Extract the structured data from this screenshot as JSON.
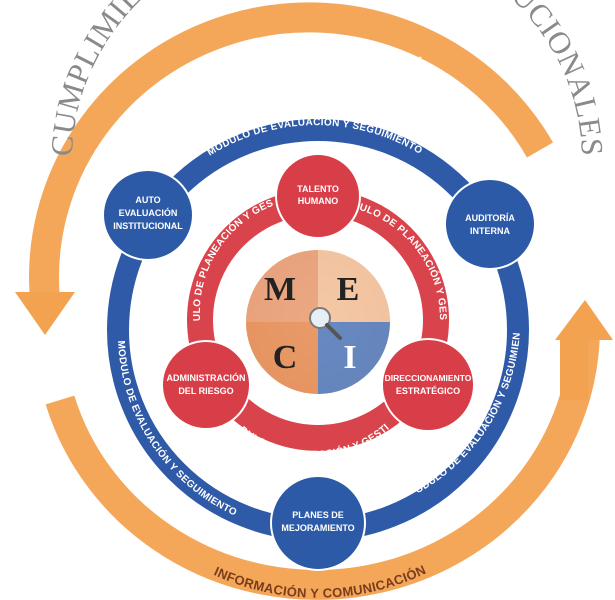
{
  "title": "CUMPLIMIENTO DE OBJETIVOS INSTITUCIONALES",
  "info_top": "INFORMACIÓN Y COMUNICACIÓN",
  "info_bottom": "INFORMACIÓN Y COMUNICACIÓN",
  "evaluation_module": "MODULO DE EVALUACIÓN Y SEGUIMIENTO",
  "planning_module": "MODULO DE PLANEACIÓN Y GESTIÓN",
  "center_letters": [
    "M",
    "E",
    "C",
    "I"
  ],
  "blue_nodes": [
    {
      "line1": "AUTO",
      "line2": "EVALUACIÓN",
      "line3": "INSTITUCIONAL"
    },
    {
      "line1": "AUDITORÍA",
      "line2": "INTERNA",
      "line3": ""
    },
    {
      "line1": "PLANES DE",
      "line2": "MEJORAMIENTO",
      "line3": ""
    }
  ],
  "red_nodes": [
    {
      "line1": "TALENTO",
      "line2": "HUMANO"
    },
    {
      "line1": "ADMINISTRACIÓN",
      "line2": "DEL RIESGO"
    },
    {
      "line1": "DIRECCIONAMIENTO",
      "line2": "ESTRATÉGICO"
    }
  ],
  "colors": {
    "orange": "#f4a24c",
    "orange_light": "#f9c183",
    "blue": "#2f5aa8",
    "blue_node": "#2c5aa6",
    "red": "#d9434b",
    "red_node": "#d83e48",
    "title": "#8a8a8a"
  }
}
